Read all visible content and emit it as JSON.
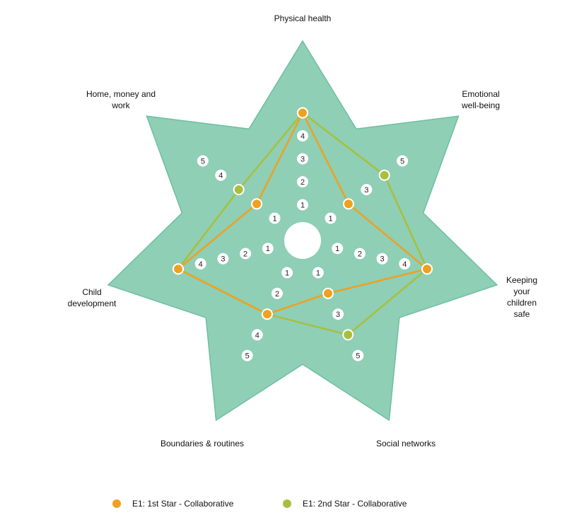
{
  "chart_data": {
    "type": "radar",
    "shape": "star",
    "scale_max": 5,
    "axes": [
      {
        "name": "Physical health",
        "ticks": [
          1,
          2,
          3,
          4
        ]
      },
      {
        "name": "Emotional well-being",
        "ticks": [
          1,
          3,
          5
        ]
      },
      {
        "name": "Keeping your children safe",
        "ticks": [
          1,
          2,
          3,
          4
        ]
      },
      {
        "name": "Social networks",
        "ticks": [
          1,
          3,
          5
        ]
      },
      {
        "name": "Boundaries & routines",
        "ticks": [
          1,
          2,
          4,
          5
        ]
      },
      {
        "name": "Child development",
        "ticks": [
          1,
          2,
          3,
          4
        ]
      },
      {
        "name": "Home, money and work",
        "ticks": [
          1,
          4,
          5
        ]
      }
    ],
    "series": [
      {
        "name": "E1: 1st Star - Collaborative",
        "color": "#F0A020",
        "values": [
          5,
          2,
          5,
          2,
          3,
          5,
          2
        ]
      },
      {
        "name": "E1: 2nd Star - Collaborative",
        "color": "#A9BF3C",
        "values": [
          5,
          4,
          5,
          4,
          3,
          5,
          3
        ]
      }
    ],
    "star_fill": "#8ECFB5",
    "star_stroke": "#6FBFA0"
  }
}
